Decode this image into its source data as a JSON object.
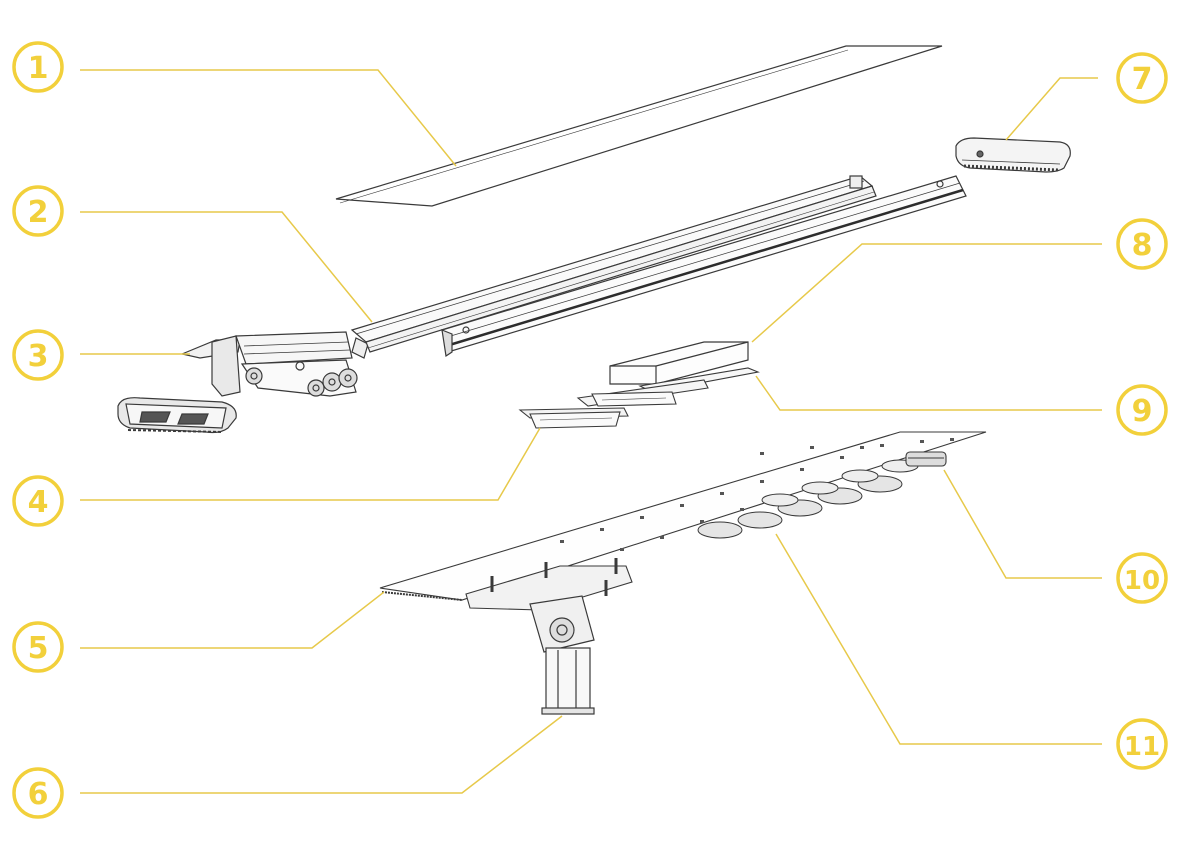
{
  "colors": {
    "callout": "#f2d03b",
    "leader": "#e7c94a",
    "line_art": "#3a3a3a",
    "background": "#ffffff"
  },
  "callouts": [
    {
      "id": "1",
      "label": "1"
    },
    {
      "id": "2",
      "label": "2"
    },
    {
      "id": "3",
      "label": "3"
    },
    {
      "id": "4",
      "label": "4"
    },
    {
      "id": "5",
      "label": "5"
    },
    {
      "id": "6",
      "label": "6"
    },
    {
      "id": "7",
      "label": "7"
    },
    {
      "id": "8",
      "label": "8"
    },
    {
      "id": "9",
      "label": "9"
    },
    {
      "id": "10",
      "label": "10"
    },
    {
      "id": "11",
      "label": "11"
    }
  ]
}
